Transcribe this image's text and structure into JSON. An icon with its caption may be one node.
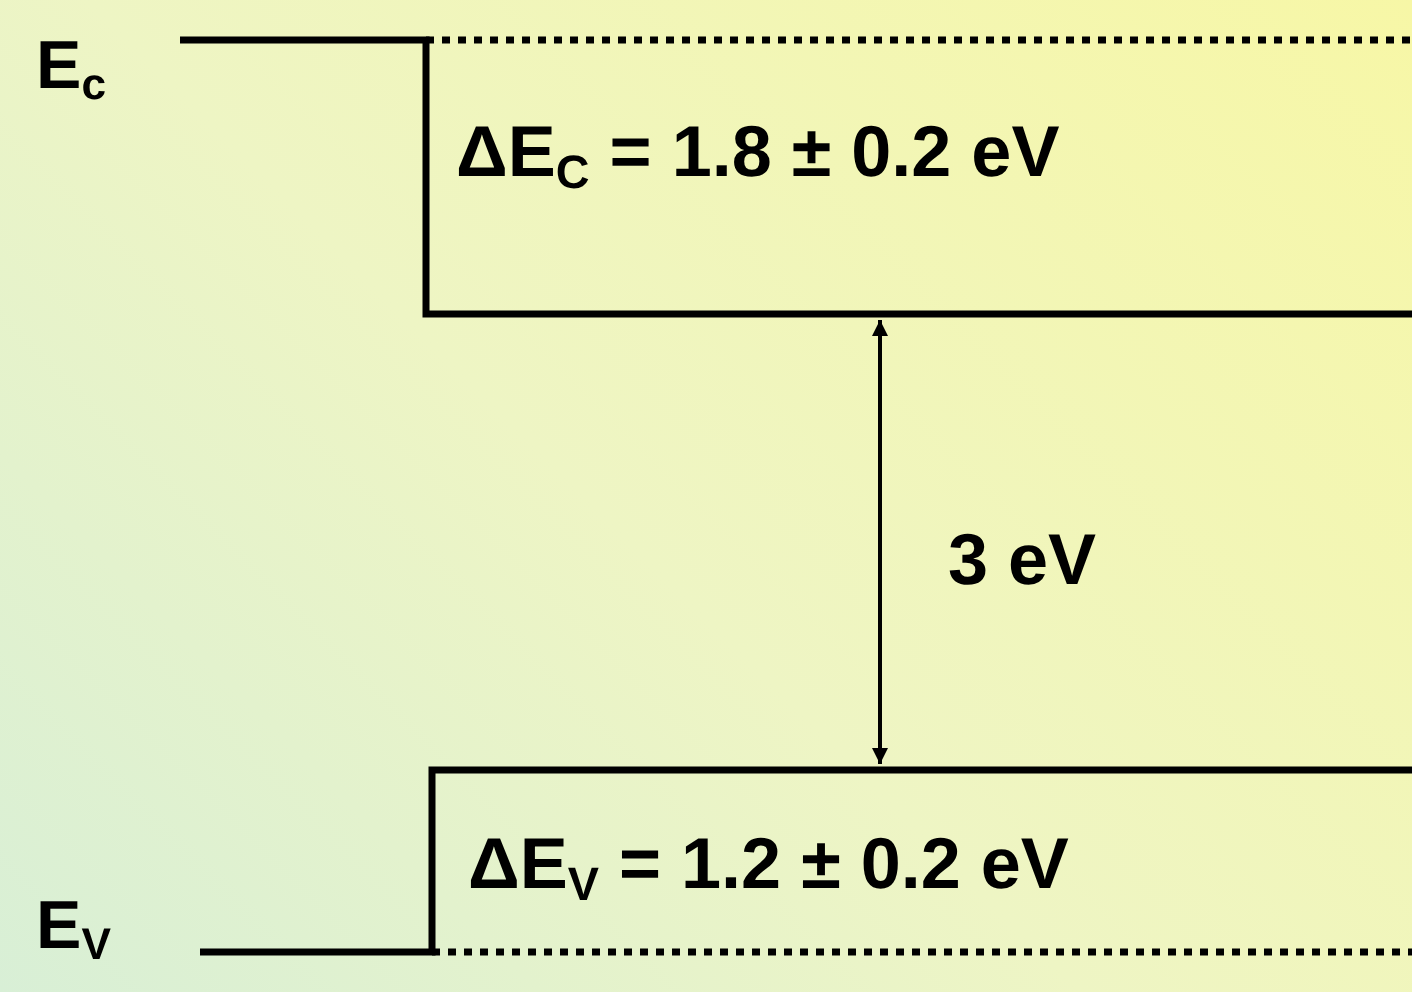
{
  "diagram": {
    "labels": [
      "E$_{c}$",
      "ΔE$_{C}$ = 1.8 ± 0.2 eV",
      "3 eV",
      "ΔE$_{V}$ = 1.2 ± 0.2 eV",
      "E$_{V}$"
    ]
  }
}
